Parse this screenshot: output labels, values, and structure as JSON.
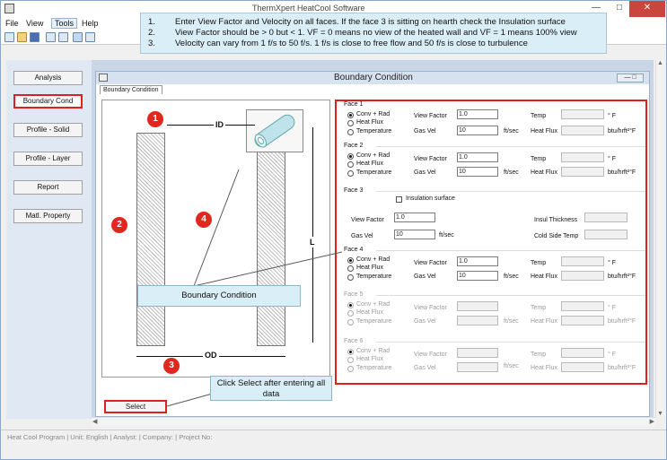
{
  "window": {
    "title": "ThermXpert HeatCool Software"
  },
  "menu": [
    {
      "label": "File"
    },
    {
      "label": "View"
    },
    {
      "label": "Tools"
    },
    {
      "label": "Help"
    }
  ],
  "instructions": {
    "items": [
      {
        "num": "1.",
        "text": "Enter View Factor and Velocity on all faces. If the face 3 is sitting on hearth check the Insulation surface"
      },
      {
        "num": "2.",
        "text": "View Factor should be > 0 but < 1. VF = 0 means no view of the heated wall and VF = 1 means 100% view"
      },
      {
        "num": "3.",
        "text": "Velocity can vary from 1 f/s to 50 f/s. 1 f/s is close to free flow and 50 f/s is close to turbulence"
      }
    ]
  },
  "sidebar": {
    "items": [
      {
        "label": "Analysis"
      },
      {
        "label": "Boundary Cond"
      },
      {
        "label": "Profile - Solid"
      },
      {
        "label": "Profile - Layer"
      },
      {
        "label": "Report"
      },
      {
        "label": "Matl. Property"
      }
    ]
  },
  "child_window": {
    "title": "Boundary Condition",
    "tab": "Boundary Condition"
  },
  "diagram": {
    "markers": [
      "1",
      "2",
      "3",
      "4"
    ],
    "id_label": "ID",
    "od_label": "OD",
    "l_label": "L"
  },
  "labels": {
    "conv_rad": "Conv + Rad",
    "heat_flux": "Heat Flux",
    "temperature": "Temperature",
    "view_factor": "View Factor",
    "gas_vel": "Gas Vel",
    "temp": "Temp",
    "heat_flux_field": "Heat Flux",
    "ftsec": "ft/sec",
    "temp_unit": "° F",
    "flux_unit": "btu/hrft²°F",
    "insulation_surface": "Insulation surface",
    "insul_thickness": "Insul Thickness",
    "cold_side_temp": "Cold Side Temp"
  },
  "faces": [
    {
      "title": "Face 1",
      "view_factor": "1.0",
      "gas_vel": "10"
    },
    {
      "title": "Face 2",
      "view_factor": "1.0",
      "gas_vel": "10"
    },
    {
      "title": "Face 3",
      "view_factor": "1.0",
      "gas_vel": "10"
    },
    {
      "title": "Face 4",
      "view_factor": "1.0",
      "gas_vel": "10"
    },
    {
      "title": "Face 5",
      "view_factor": "",
      "gas_vel": ""
    },
    {
      "title": "Face 6",
      "view_factor": "",
      "gas_vel": ""
    }
  ],
  "select_button": "Select",
  "callouts": {
    "boundary": "Boundary Condition",
    "select_line1": "Click Select after entering all",
    "select_line2": "data"
  },
  "status": "Heat Cool Program  | Unit: English  | Analyst:   | Company:   | Project No:"
}
